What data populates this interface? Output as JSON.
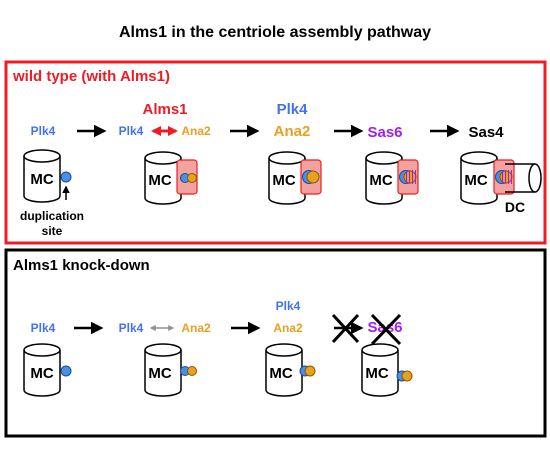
{
  "title": "Alms1 in the centriole assembly pathway",
  "colors": {
    "red": "#ee1c24",
    "blue": "#4472e8",
    "orange": "#e8a020",
    "purple": "#a020f0",
    "black": "#000000",
    "pink_fill": "#f2a39f",
    "grey": "#909090"
  },
  "wild_type": {
    "panel_label": "wild type (with Alms1)",
    "step1": {
      "label": "Plk4",
      "mc": "MC",
      "note_line1": "duplication",
      "note_line2": "site"
    },
    "step2": {
      "title": "Alms1",
      "left": "Plk4",
      "right": "Ana2",
      "mc": "MC"
    },
    "step3": {
      "top": "Plk4",
      "main": "Ana2",
      "mc": "MC"
    },
    "step4": {
      "label": "Sas6",
      "mc": "MC"
    },
    "step5": {
      "label": "Sas4",
      "mc": "MC",
      "dc": "DC"
    }
  },
  "knockdown": {
    "panel_label": "Alms1 knock-down",
    "step1": {
      "label": "Plk4",
      "mc": "MC"
    },
    "step2": {
      "left": "Plk4",
      "right": "Ana2",
      "mc": "MC"
    },
    "step3": {
      "top": "Plk4",
      "main": "Ana2",
      "mc": "MC"
    },
    "step4": {
      "label": "Sas6",
      "mc": "MC"
    }
  }
}
